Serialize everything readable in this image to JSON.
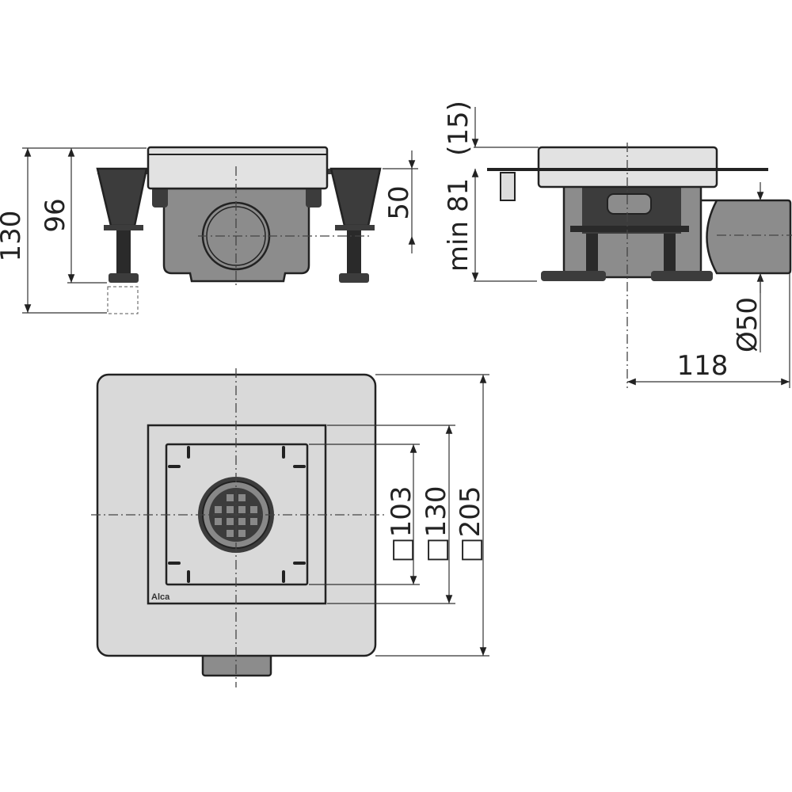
{
  "front_view": {
    "height_total": "130",
    "height_adjust": "96",
    "outlet_axis": "50"
  },
  "side_view": {
    "grate_height": "(15)",
    "min_height": "min 81",
    "outlet_diameter": "Ø50",
    "outlet_length": "118"
  },
  "plan_view": {
    "grate_size": "□103",
    "frame_size": "□130",
    "flange_size": "□205",
    "logo": "Alca"
  },
  "colors": {
    "lid": "#e2e2e2",
    "body": "#8c8c8c",
    "dark": "#3c3c3c",
    "plate": "#d9d9d9"
  }
}
